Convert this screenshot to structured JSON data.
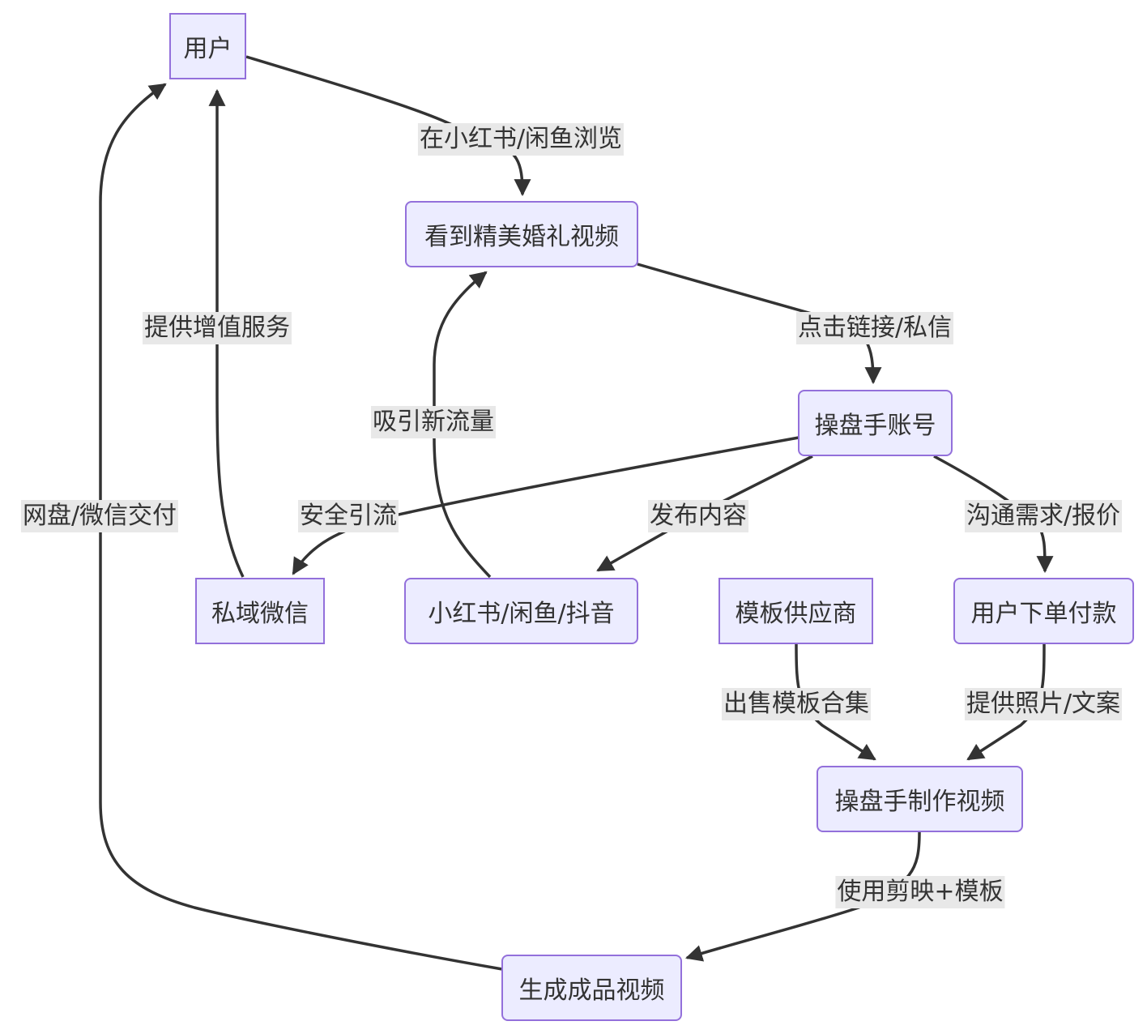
{
  "nodes": {
    "user": "用户",
    "video": "看到精美婚礼视频",
    "operator": "操盘手账号",
    "wechat": "私域微信",
    "platforms": "小红书/闲鱼/抖音",
    "supplier": "模板供应商",
    "order": "用户下单付款",
    "make": "操盘手制作视频",
    "final": "生成成品视频"
  },
  "edges": {
    "browse": "在小红书/闲鱼浏览",
    "click": "点击链接/私信",
    "value_added": "提供增值服务",
    "attract": "吸引新流量",
    "delivery": "网盘/微信交付",
    "safe": "安全引流",
    "publish": "发布内容",
    "quote": "沟通需求/报价",
    "sell": "出售模板合集",
    "photos": "提供照片/文案",
    "capcut": "使用剪映+模板"
  },
  "colors": {
    "node_fill": "#ececff",
    "node_stroke": "#9370db",
    "edge": "#333333",
    "label_bg": "#e8e8e8"
  }
}
